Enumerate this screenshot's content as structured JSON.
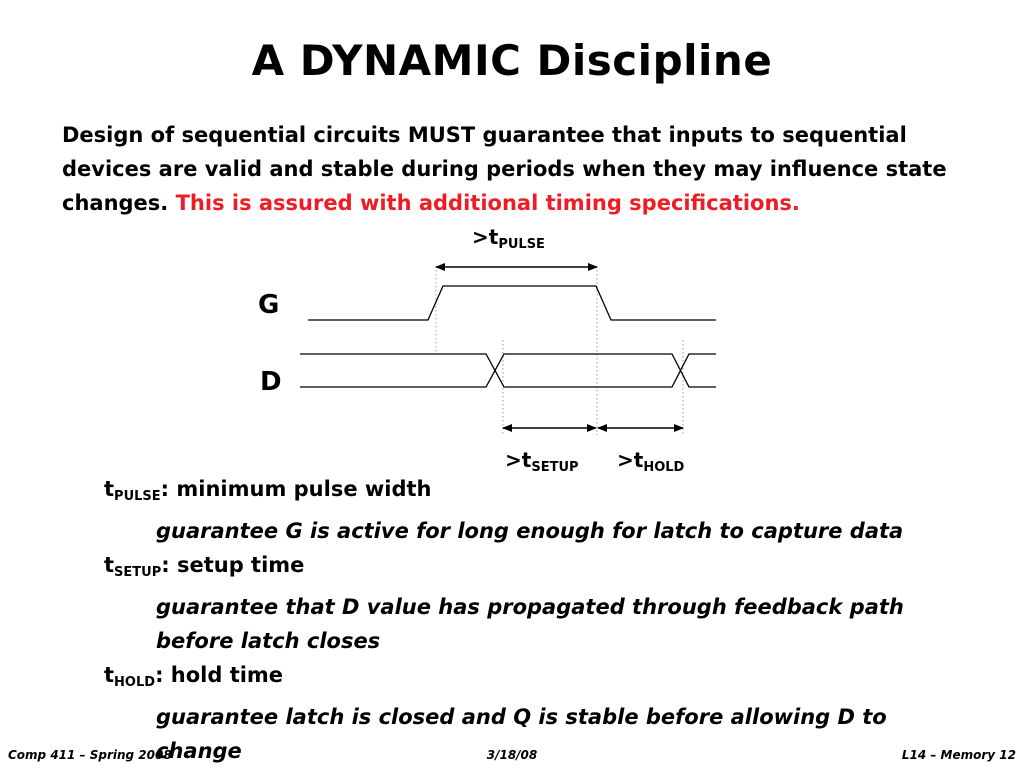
{
  "slide": {
    "title": "A DYNAMIC Discipline",
    "intro": {
      "text": "Design of sequential circuits MUST guarantee that inputs to sequential devices are valid and stable during periods when they may influence state changes. ",
      "highlight": "This is assured with additional timing specifications.",
      "highlight_color": "#ee1c24"
    },
    "diagram": {
      "signal_g": "G",
      "signal_d": "D",
      "pulse_prefix": ">t",
      "pulse_sub": "PULSE",
      "setup_prefix": ">t",
      "setup_sub": "SETUP",
      "hold_prefix": ">t",
      "hold_sub": "HOLD"
    },
    "definitions": [
      {
        "base": "t",
        "sub": "PULSE",
        "label": ": minimum pulse width",
        "desc": [
          "guarantee G is active for long enough for latch to capture data"
        ]
      },
      {
        "base": "t",
        "sub": "SETUP",
        "label": ": setup time",
        "desc": [
          "guarantee that D value has propagated through feedback path",
          "before latch closes"
        ]
      },
      {
        "base": "t",
        "sub": "HOLD",
        "label": ": hold time",
        "desc": [
          "guarantee latch is closed and Q is stable before allowing D to",
          "change"
        ]
      }
    ],
    "footer": {
      "left": "Comp 411 – Spring 2008",
      "center": "3/18/08",
      "right": "L14 – Memory   12"
    }
  }
}
